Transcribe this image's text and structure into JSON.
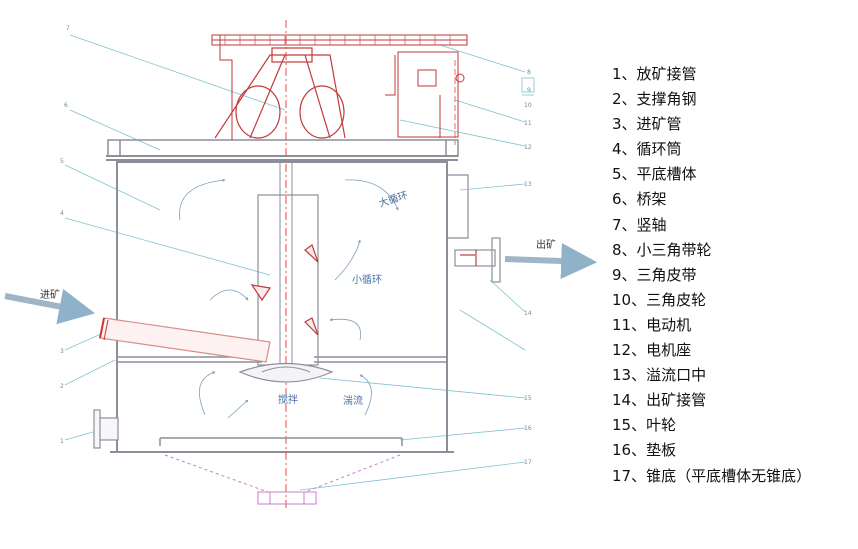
{
  "legend": [
    "1、放矿接管",
    "2、支撑角钢",
    "3、进矿管",
    "4、循环筒",
    "5、平底槽体",
    "6、桥架",
    "7、竖轴",
    "8、小三角带轮",
    "9、三角皮带",
    "10、三角皮轮",
    "11、电动机",
    "12、电机座",
    "13、溢流口中",
    "14、出矿接管",
    "15、叶轮",
    "16、垫板",
    "17、锥底（平底槽体无锥底）"
  ],
  "labels": {
    "inlet": "进矿",
    "outlet": "出矿",
    "big_circulation": "大循环",
    "small_circulation": "小循环",
    "stirring": "搅拌",
    "flow": "湍流"
  },
  "callouts": [
    "1",
    "2",
    "3",
    "4",
    "5",
    "6",
    "7",
    "8",
    "9",
    "10",
    "11",
    "12",
    "13",
    "14",
    "15",
    "16",
    "17"
  ],
  "colors": {
    "tank": "#8e8e9a",
    "frame": "#c23a3a",
    "pipe": "#d98c8c",
    "shaft": "#e04a4a",
    "leader": "#7fc3cf",
    "flow_arrow": "#8fb2c9"
  }
}
